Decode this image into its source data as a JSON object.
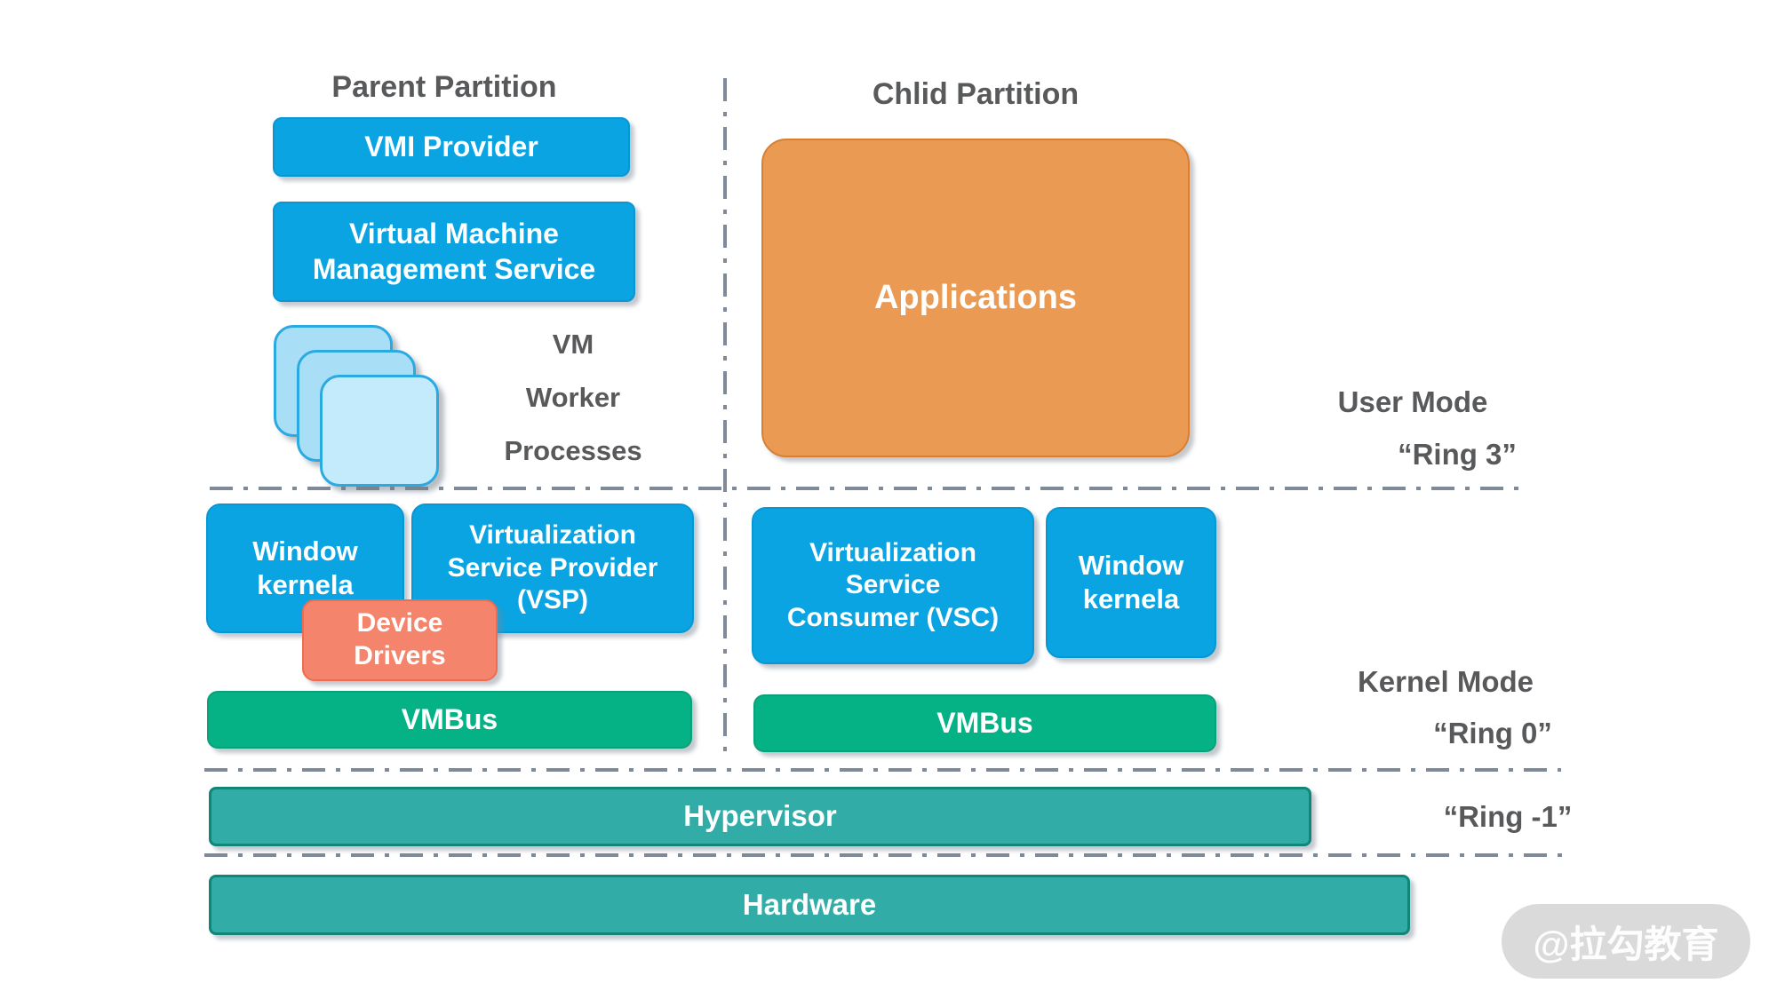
{
  "titles": {
    "parent": "Parent Partition",
    "child": "Chlid Partition"
  },
  "parent_partition": {
    "vmi_provider": "VMI Provider",
    "vmms_lines": [
      "Virtual Machine",
      "Management Service"
    ],
    "vm_worker_lines": [
      "VM",
      "Worker",
      "Processes"
    ],
    "window_kernel_lines": [
      "Window",
      "kernela"
    ],
    "vsp_lines": [
      "Virtualization",
      "Service Provider",
      "(VSP)"
    ],
    "device_drivers_lines": [
      "Device",
      "Drivers"
    ],
    "vmbus": "VMBus"
  },
  "child_partition": {
    "applications": "Applications",
    "vsc_lines": [
      "Virtualization",
      "Service",
      "Consumer (VSC)"
    ],
    "window_kernel_lines": [
      "Window",
      "kernela"
    ],
    "vmbus": "VMBus"
  },
  "mode_labels": {
    "user_mode": "User Mode",
    "ring3": "“Ring 3”",
    "kernel_mode": "Kernel Mode",
    "ring0": "“Ring 0”",
    "ring_minus1": "“Ring -1”"
  },
  "layers": {
    "hypervisor": "Hypervisor",
    "hardware": "Hardware"
  },
  "watermark": "@拉勾教育",
  "colors": {
    "blue_box": "#0BA4E2",
    "light_blue_square": "#A9DFF6",
    "orange_box": "#EA9A53",
    "salmon_box": "#F4846B",
    "green_bar": "#04B286",
    "teal_bar": "#31ACA7",
    "text_gray": "#58595B",
    "divider_gray": "#7E8A99"
  }
}
